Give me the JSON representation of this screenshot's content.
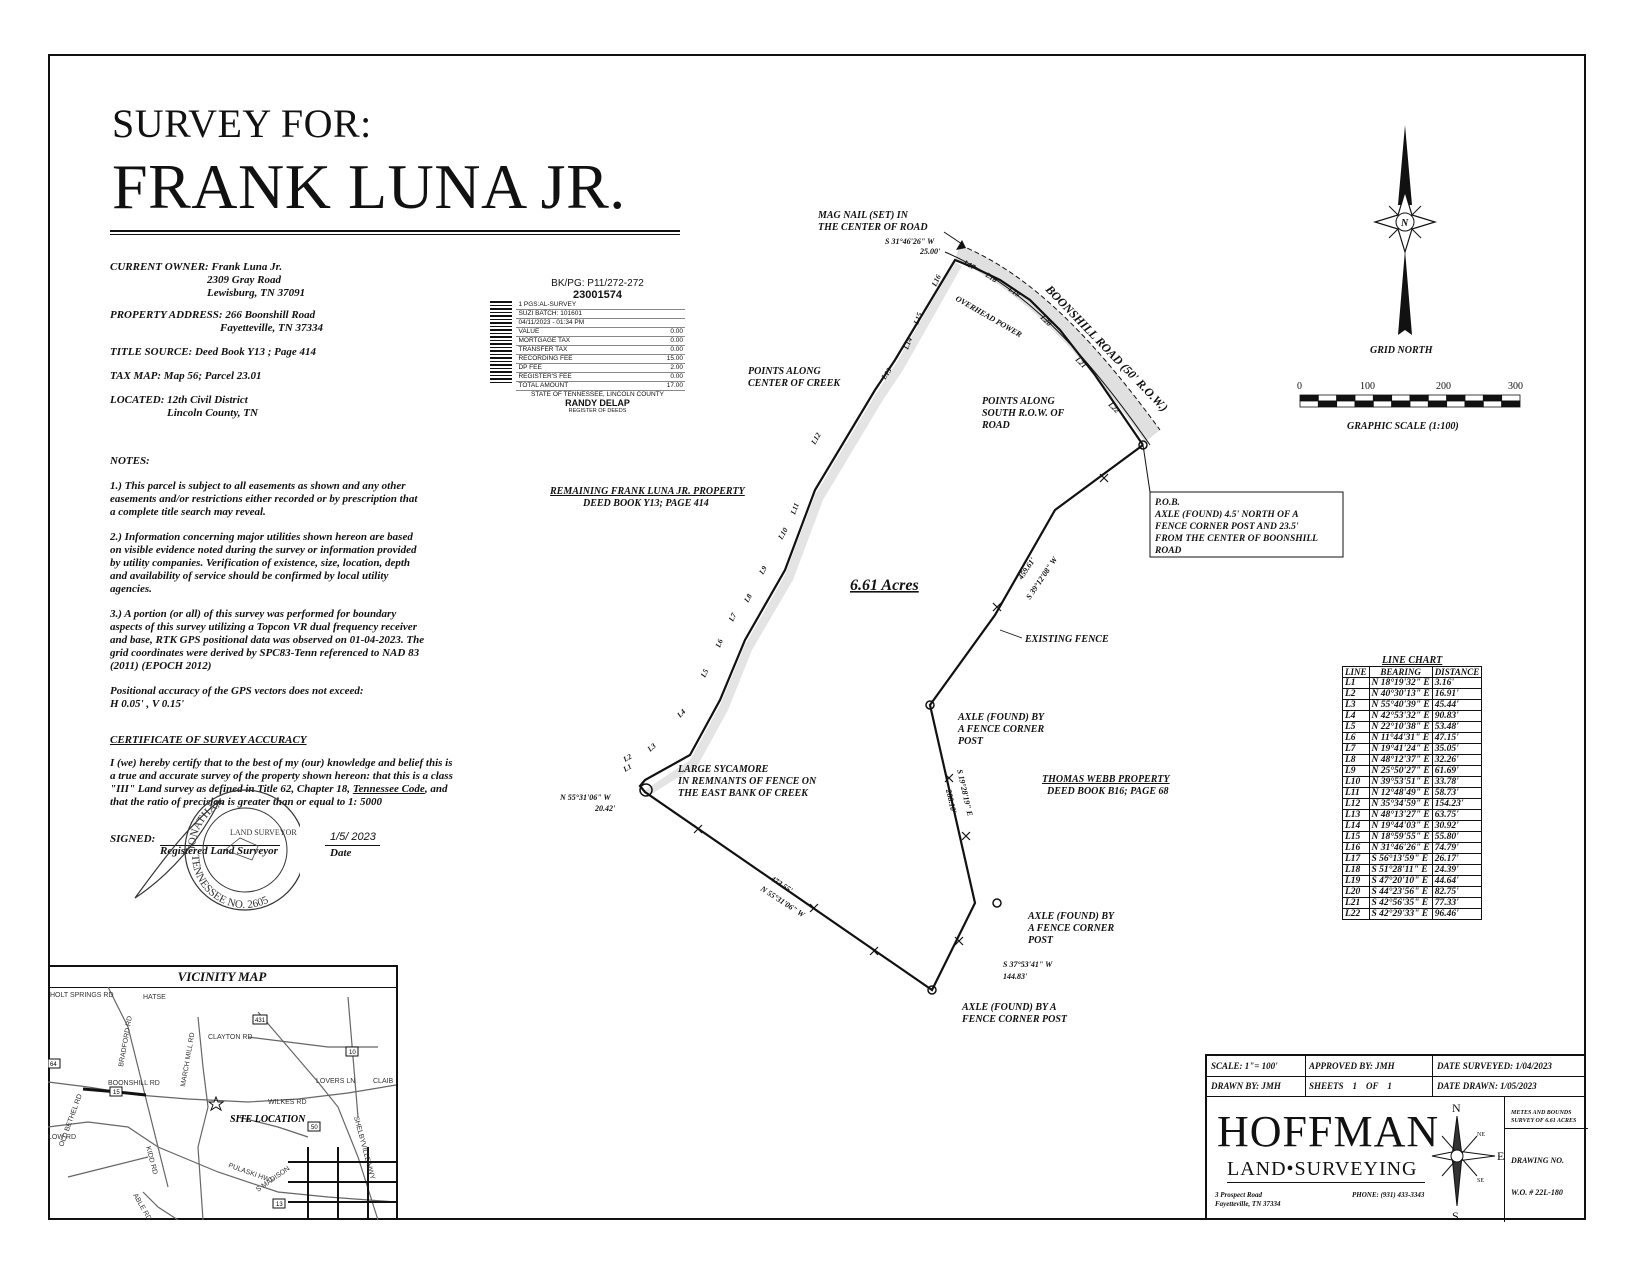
{
  "header": {
    "survey_for": "SURVEY FOR:",
    "owner_name": "FRANK LUNA JR."
  },
  "info": {
    "current_owner_label": "CURRENT OWNER:",
    "current_owner_name": "Frank Luna Jr.",
    "current_owner_addr1": "2309 Gray Road",
    "current_owner_addr2": "Lewisburg, TN 37091",
    "property_address_label": "PROPERTY ADDRESS:",
    "property_addr1": "266 Boonshill Road",
    "property_addr2": "Fayetteville, TN 37334",
    "title_source": "TITLE SOURCE: Deed Book Y13 ; Page 414",
    "tax_map": "TAX MAP:  Map 56; Parcel 23.01",
    "located_label": "LOCATED:",
    "located1": "12th Civil District",
    "located2": "Lincoln County, TN"
  },
  "notes": {
    "heading": "NOTES:",
    "note1": "1.) This parcel is subject to all easements as shown and any other easements and/or restrictions either recorded or by prescription that a complete title search may reveal.",
    "note2": "2.) Information concerning major utilities shown hereon are based on visible evidence noted during the survey or information provided by utility companies. Verification of existence, size, location, depth and availability of service should be confirmed by local utility agencies.",
    "note3": "3.) A portion (or all) of this survey was performed for boundary aspects of this survey utilizing a Topcon VR dual frequency receiver and base, RTK GPS positional data was observed on 01-04-2023. The grid coordinates were derived by SPC83-Tenn referenced to NAD 83 (2011) (EPOCH 2012)",
    "accuracy": "Positional accuracy of the GPS vectors does not exceed:",
    "accuracy_values": "H 0.05' , V 0.15'"
  },
  "certificate": {
    "heading": "CERTIFICATE OF SURVEY ACCURACY",
    "text_a": "I (we) hereby certify that to the best of my (our) knowledge and belief this is a true and accurate survey of the property shown hereon: that this is a class \"III\" Land survey as defined in Title 62, Chapter 18, ",
    "text_code": "Tennessee Code",
    "text_b": ", and that the ratio of precision is greater than or equal to 1: 5000",
    "signed": "SIGNED:",
    "reg_surveyor": "Registered Land Surveyor",
    "date_value": "1/5/ 2023",
    "date_label": "Date",
    "seal_name": "JONATHAN",
    "seal_title": "LAND SURVEYOR",
    "seal_state": "TENNESSEE NO. 2605"
  },
  "stamp": {
    "bkpg": "BK/PG: P11/272-272",
    "number": "23001574",
    "rows": [
      [
        "1 PGS:AL-SURVEY",
        ""
      ],
      [
        "SUZI BATCH: 101601",
        ""
      ],
      [
        "04/11/2023 - 01:34 PM",
        ""
      ],
      [
        "VALUE",
        "0.00"
      ],
      [
        "MORTGAGE TAX",
        "0.00"
      ],
      [
        "TRANSFER TAX",
        "0.00"
      ],
      [
        "RECORDING FEE",
        "15.00"
      ],
      [
        "DP FEE",
        "2.00"
      ],
      [
        "REGISTER'S FEE",
        "0.00"
      ],
      [
        "TOTAL AMOUNT",
        "17.00"
      ]
    ],
    "state": "STATE OF TENNESSEE, LINCOLN COUNTY",
    "register_name": "RANDY DELAP",
    "register_title": "REGISTER OF DEEDS"
  },
  "plat": {
    "mag_nail": "MAG NAIL (SET) IN",
    "mag_nail2": "THE CENTER OF ROAD",
    "mag_bearing": "S 31°46'26\" W",
    "mag_dist": "25.00'",
    "road_label": "BOONSHILL ROAD (50' R.O.W.)",
    "overhead_power": "OVERHEAD POWER",
    "pts_creek1": "POINTS ALONG",
    "pts_creek2": "CENTER OF CREEK",
    "pts_row1": "POINTS ALONG",
    "pts_row2": "SOUTH R.O.W. OF",
    "pts_row3": "ROAD",
    "remaining1": "REMAINING FRANK LUNA JR. PROPERTY",
    "remaining2": "DEED BOOK Y13; PAGE 414",
    "pob1": "P.O.B.",
    "pob2": "AXLE (FOUND) 4.5' NORTH OF A",
    "pob3": "FENCE CORNER POST AND 23.5'",
    "pob4": "FROM THE CENTER OF BOONSHILL",
    "pob5": "ROAD",
    "acres": "6.61 Acres",
    "east_dist": "459.61'",
    "east_bearing": "S 39°12'08\" W",
    "existing_fence": "EXISTING FENCE",
    "axle1a": "AXLE (FOUND) BY",
    "axle1b": "A FENCE CORNER",
    "axle1c": "POST",
    "mid_bearing": "S 19°28'19\" E",
    "mid_dist": "288.10'",
    "webb1": "THOMAS WEBB PROPERTY",
    "webb2": "DEED BOOK B16; PAGE 68",
    "axle2a": "AXLE (FOUND) BY",
    "axle2b": "A FENCE CORNER",
    "axle2c": "POST",
    "se_bearing": "S 37°53'41\" W",
    "se_dist": "144.83'",
    "axle3a": "AXLE (FOUND) BY A",
    "axle3b": "FENCE CORNER POST",
    "south_dist": "473.55'",
    "south_bearing": "N 55°31'06\" W",
    "sycamore1": "LARGE SYCAMORE",
    "sycamore2": "IN REMNANTS OF FENCE ON",
    "sycamore3": "THE EAST BANK OF CREEK",
    "sw_bearing": "N 55°31'06\" W",
    "sw_dist": "20.42'",
    "line_labels": [
      "L1",
      "L2",
      "L3",
      "L4",
      "L5",
      "L6",
      "L7",
      "L8",
      "L9",
      "L10",
      "L11",
      "L12",
      "L13",
      "L14",
      "L15",
      "L16",
      "L17",
      "L18",
      "L19",
      "L20",
      "L21",
      "L22"
    ]
  },
  "north": {
    "label": "GRID NORTH",
    "n": "N"
  },
  "scale": {
    "ticks": [
      "0",
      "100",
      "200",
      "300"
    ],
    "label": "GRAPHIC SCALE (1:100)"
  },
  "line_chart": {
    "title": "LINE CHART",
    "headers": [
      "LINE",
      "BEARING",
      "DISTANCE"
    ],
    "rows": [
      [
        "L1",
        "N 18°19'32\" E",
        "3.16'"
      ],
      [
        "L2",
        "N 40°30'13\" E",
        "16.91'"
      ],
      [
        "L3",
        "N 55°40'39\" E",
        "45.44'"
      ],
      [
        "L4",
        "N 42°53'32\" E",
        "90.83'"
      ],
      [
        "L5",
        "N 22°10'38\" E",
        "53.48'"
      ],
      [
        "L6",
        "N 11°44'31\" E",
        "47.15'"
      ],
      [
        "L7",
        "N 19°41'24\" E",
        "35.05'"
      ],
      [
        "L8",
        "N 48°12'37\" E",
        "32.26'"
      ],
      [
        "L9",
        "N 25°50'27\" E",
        "61.69'"
      ],
      [
        "L10",
        "N 39°53'51\" E",
        "33.78'"
      ],
      [
        "L11",
        "N 12°48'49\" E",
        "58.73'"
      ],
      [
        "L12",
        "N 35°34'59\" E",
        "154.23'"
      ],
      [
        "L13",
        "N 48°13'27\" E",
        "63.75'"
      ],
      [
        "L14",
        "N 19°44'03\" E",
        "30.92'"
      ],
      [
        "L15",
        "N 18°59'55\" E",
        "55.80'"
      ],
      [
        "L16",
        "N 31°46'26\" E",
        "74.79'"
      ],
      [
        "L17",
        "S 56°13'59\" E",
        "26.17'"
      ],
      [
        "L18",
        "S 51°28'11\" E",
        "24.39'"
      ],
      [
        "L19",
        "S 47°20'10\" E",
        "44.64'"
      ],
      [
        "L20",
        "S 44°23'56\" E",
        "82.75'"
      ],
      [
        "L21",
        "S 42°56'35\" E",
        "77.33'"
      ],
      [
        "L22",
        "S 42°29'33\" E",
        "96.46'"
      ]
    ]
  },
  "vicinity": {
    "title": "VICINITY MAP",
    "site": "SITE LOCATION",
    "roads": [
      "HOLT SPRINGS RD",
      "HATSE",
      "BRADFORD RD",
      "CLAYTON RD",
      "BOONSHILL RD",
      "MARCH MILL RD",
      "WILKES RD",
      "LOVERS LN",
      "CLAIB",
      "SHELBYVILLE HWY",
      "OLD BETHEL RD",
      "KIDD RD",
      "PULASKI HWY",
      "ABLE RD",
      "S MADISON",
      "LOW RD"
    ],
    "shields": [
      "431",
      "10",
      "15",
      "50",
      "64",
      "13"
    ]
  },
  "title_block": {
    "scale": "SCALE: 1\"= 100'",
    "approved": "APPROVED BY: JMH",
    "date_surveyed": "DATE SURVEYED: 1/04/2023",
    "drawn": "DRAWN BY: JMH",
    "sheets": "SHEETS    1    OF    1",
    "date_drawn": "DATE DRAWN: 1/05/2023",
    "company": "HOFFMAN",
    "company_sub": "LAND•SURVEYING",
    "address1": "3 Prospect Road",
    "address2": "Fayetteville, TN 37334",
    "phone": "PHONE: (931) 433-3343",
    "desc1": "METES AND BOUNDS",
    "desc2": "SURVEY OF 6.61 ACRES",
    "drawing_no": "DRAWING NO.",
    "wo": "W.O. # 22L-180",
    "compass": [
      "N",
      "E",
      "S",
      "NE",
      "SE"
    ]
  }
}
